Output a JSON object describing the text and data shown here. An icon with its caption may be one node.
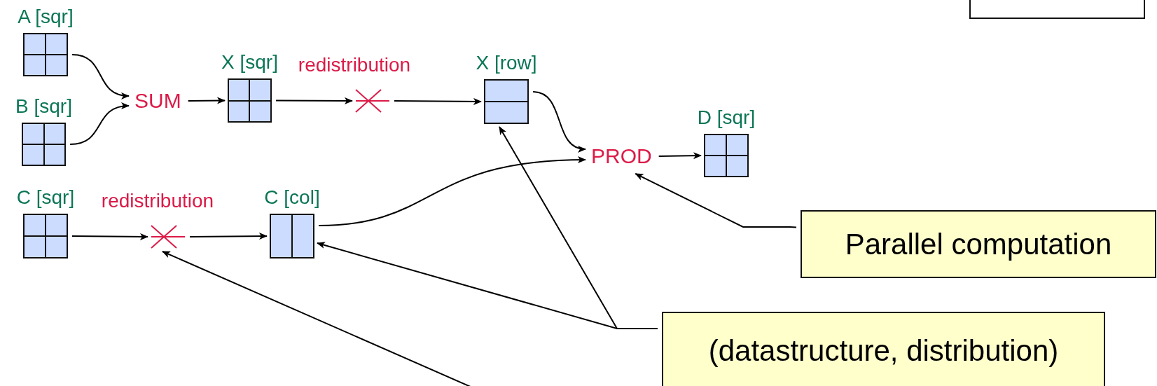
{
  "diagram": {
    "nodes": [
      {
        "text": [
          "A [sqr]"
        ]
      },
      {
        "text": [
          "B [sqr]"
        ]
      },
      {
        "text": [
          "SUM"
        ]
      },
      {
        "text": [
          "X [sqr]"
        ]
      },
      {
        "text": [
          "redistribution"
        ]
      },
      {
        "text": [
          "X [row]"
        ]
      },
      {
        "text": [
          "PROD"
        ]
      },
      {
        "text": [
          "D [sqr]"
        ]
      },
      {
        "text": [
          "C [sqr]"
        ]
      },
      {
        "text": [
          "redistribution"
        ]
      },
      {
        "text": [
          "C [col]"
        ]
      },
      {
        "text": [
          "Parallel computation"
        ]
      },
      {
        "text": [
          "(datastructure, distribution)"
        ]
      },
      {
        "text": [],
        "shape": "box"
      }
    ],
    "edges": [
      {
        "from": 0,
        "to": 2,
        "arrow": "to"
      },
      {
        "from": 1,
        "to": 2,
        "arrow": "to"
      },
      {
        "from": 2,
        "to": 3,
        "arrow": "to"
      },
      {
        "from": 3,
        "to": 4,
        "arrow": "to"
      },
      {
        "from": 4,
        "to": 5,
        "arrow": "to"
      },
      {
        "from": 5,
        "to": 6,
        "arrow": "to"
      },
      {
        "from": 10,
        "to": 6,
        "arrow": "to"
      },
      {
        "from": 6,
        "to": 7,
        "arrow": "to"
      },
      {
        "from": 8,
        "to": 9,
        "arrow": "to"
      },
      {
        "from": 9,
        "to": 10,
        "arrow": "to"
      },
      {
        "from": 11,
        "to": 6,
        "arrow": "to"
      },
      {
        "from": 12,
        "to": 5,
        "arrow": "to"
      },
      {
        "from": 12,
        "to": 10,
        "arrow": "to"
      },
      {
        "from": null,
        "to": 9,
        "arrow": "to"
      }
    ]
  }
}
